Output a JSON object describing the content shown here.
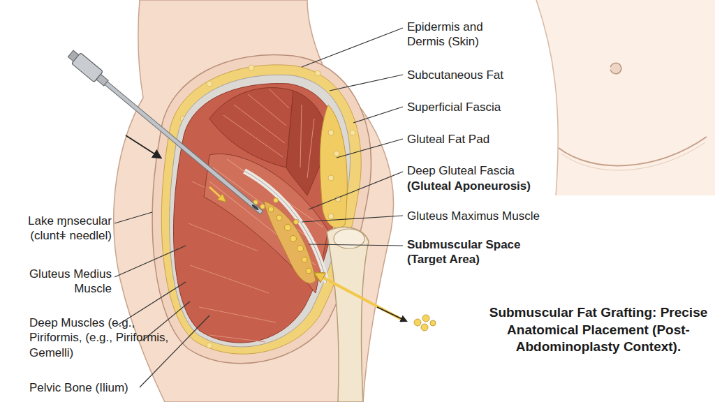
{
  "diagram": {
    "title": "Submuscular Fat Grafting: Precise Anatomical Placement (Post-Abdominoplasty Context).",
    "labels": [
      "Epidermis and Dermis (Skin)",
      "Subcutaneous Fat",
      "Superficial Fascia",
      "Gluteal Fat Pad",
      "Deep Gluteal Fascia",
      "(Gluteal Aponeurosis)",
      "Gluteus Maximus Muscle",
      "Submuscular Space (Target Area)",
      "Lake ɱnsecular (cluntǂ needlel)",
      "Gluteus Medius Muscle",
      "Deep Muscles (e.g., Piriformis, (e.g., Piriformis, Gemelli)",
      "Pelvic Bone (Ilium)"
    ]
  }
}
